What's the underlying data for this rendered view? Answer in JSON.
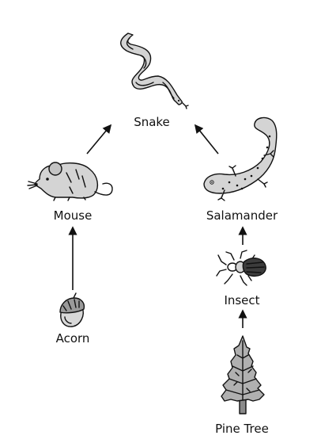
{
  "diagram": {
    "organisms": {
      "snake": "Snake",
      "mouse": "Mouse",
      "salamander": "Salamander",
      "acorn": "Acorn",
      "insect": "Insect",
      "pine_tree": "Pine Tree"
    },
    "edges": [
      {
        "from": "Mouse",
        "to": "Snake"
      },
      {
        "from": "Salamander",
        "to": "Snake"
      },
      {
        "from": "Acorn",
        "to": "Mouse"
      },
      {
        "from": "Insect",
        "to": "Salamander"
      },
      {
        "from": "Pine Tree",
        "to": "Insect"
      }
    ],
    "icons": [
      "snake-icon",
      "mouse-icon",
      "salamander-icon",
      "acorn-icon",
      "beetle-icon",
      "pine-tree-icon"
    ],
    "colors": {
      "ink": "#111111",
      "body_fill": "#d4d4d4",
      "background": "#ffffff"
    }
  }
}
